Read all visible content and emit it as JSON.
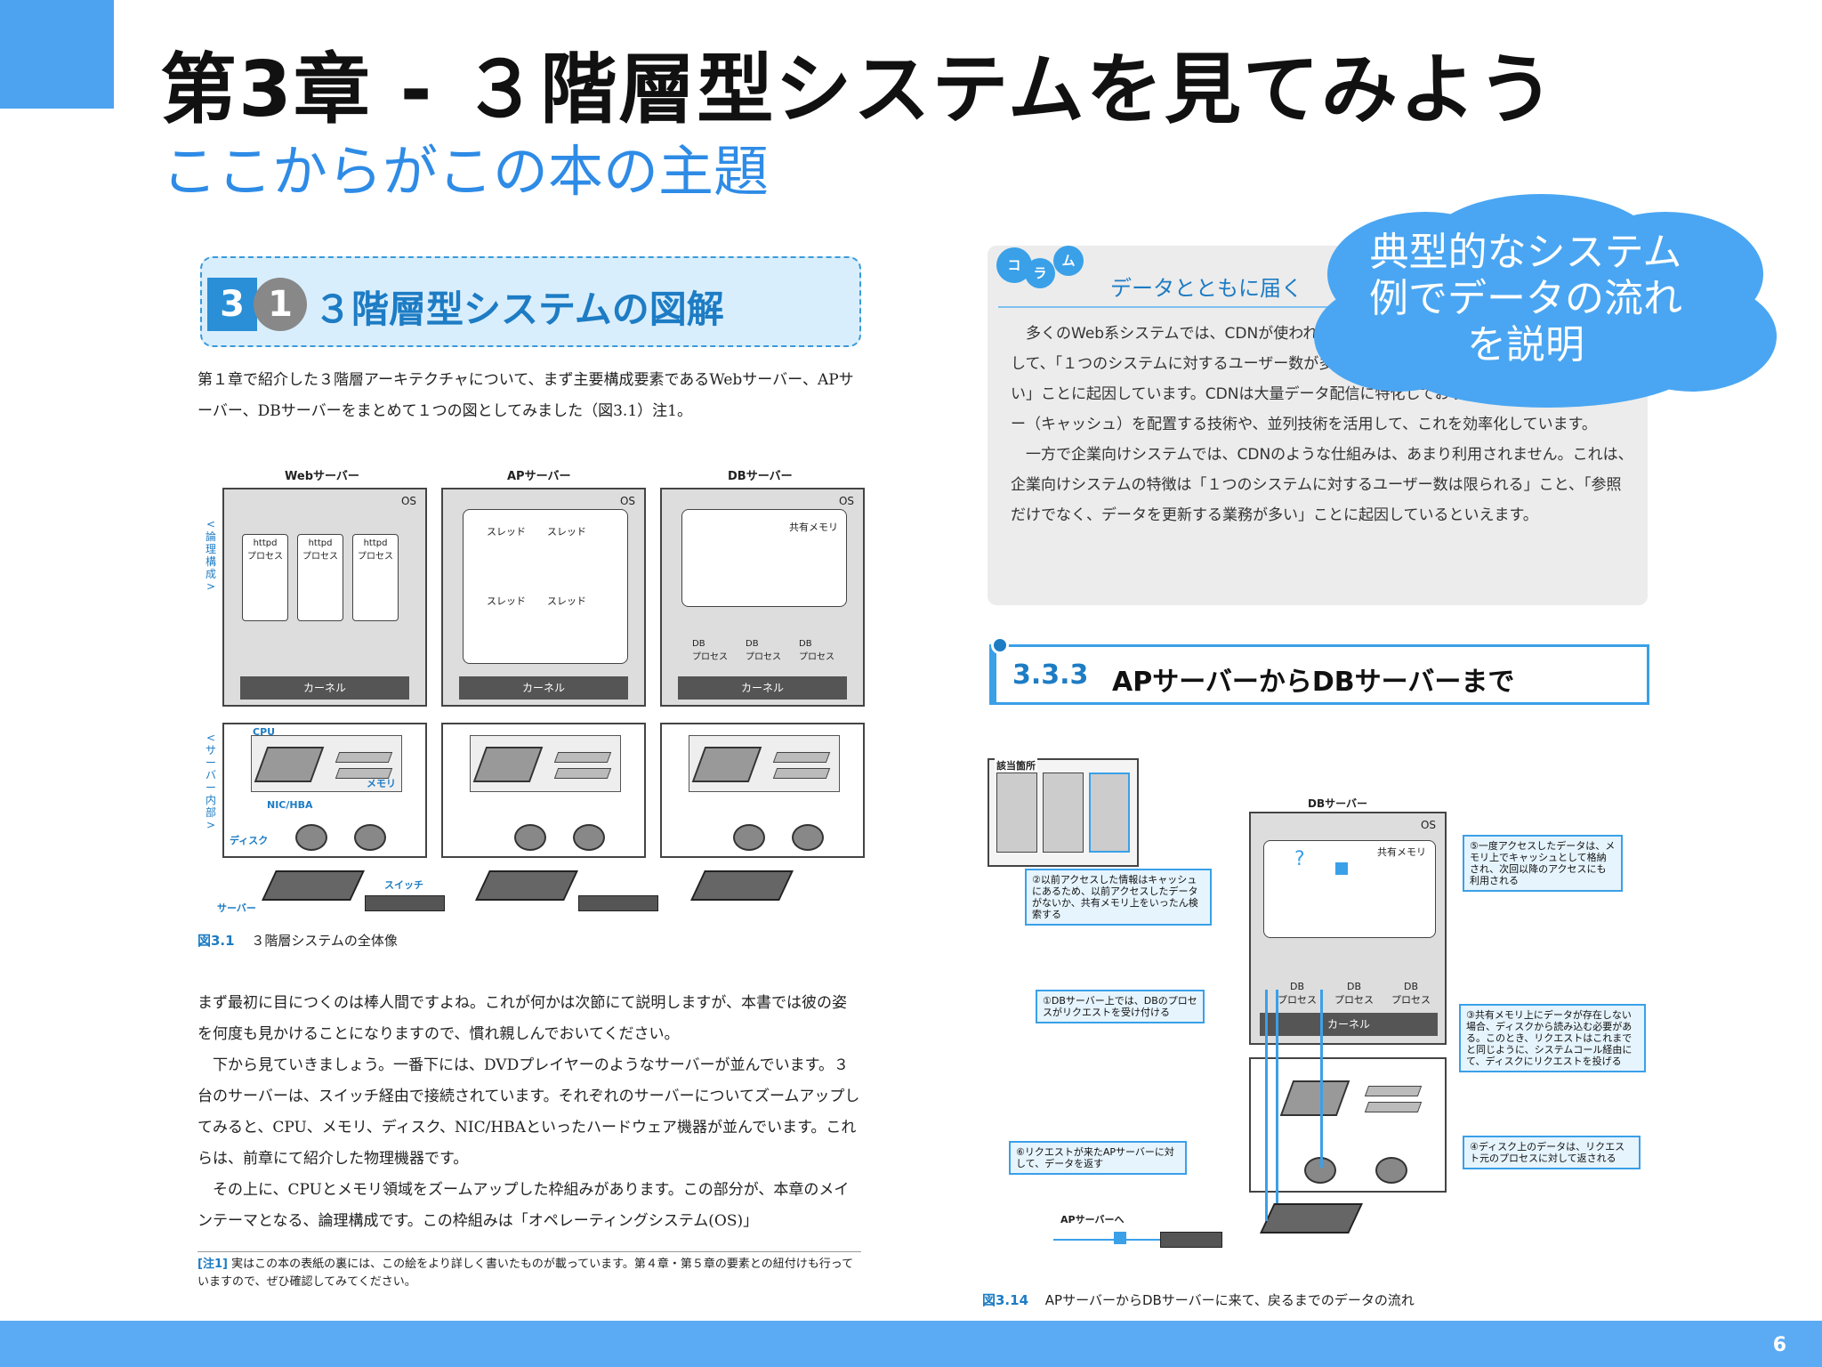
{
  "slide": {
    "title": "第3章 - ３階層型システムを見てみよう",
    "subtitle": "ここからがこの本の主題",
    "page_number": "6",
    "accent_color": "#4da3f0"
  },
  "cloud": {
    "text": "典型的なシステム例でデータの流れを説明"
  },
  "left_page": {
    "section_number": "3",
    "section_sub": "1",
    "section_title": "３階層型システムの図解",
    "paragraph1": "第１章で紹介した３階層アーキテクチャについて、まず主要構成要素であるWebサーバー、APサーバー、DBサーバーをまとめて１つの図としてみました（図3.1）注1。",
    "figure": {
      "web_label": "Webサーバー",
      "ap_label": "APサーバー",
      "db_label": "DBサーバー",
      "os": "OS",
      "kernel": "カーネル",
      "httpd": "httpd\nプロセス",
      "thread": "スレッド",
      "shared_memory": "共有メモリ",
      "db_process": "DB\nプロセス",
      "cpu": "CPU",
      "memory": "メモリ",
      "nic": "NIC/HBA",
      "disk": "ディスク",
      "switch": "スイッチ",
      "server": "サーバー",
      "logical": "<論理構成>",
      "physical": "<サーバー内部>"
    },
    "caption_tag": "図3.1",
    "caption": "３階層システムの全体像",
    "paragraph2": "まず最初に目につくのは棒人間ですよね。これが何かは次節にて説明しますが、本書では彼の姿を何度も見かけることになりますので、慣れ親しんでおいてください。\n　下から見ていきましょう。一番下には、DVDプレイヤーのようなサーバーが並んでいます。３台のサーバーは、スイッチ経由で接続されています。それぞれのサーバーについてズームアップしてみると、CPU、メモリ、ディスク、NIC/HBAといったハードウェア機器が並んでいます。これらは、前章にて紹介した物理機器です。\n　その上に、CPUとメモリ領域をズームアップした枠組みがあります。この部分が、本章のメインテーマとなる、論理構成です。この枠組みは「オペレーティングシステム(OS)」",
    "note_tag": "[注1]",
    "note": "実はこの本の表紙の裏には、この絵をより詳しく書いたものが載っています。第４章・第５章の要素との紐付けも行っていますので、ぜひ確認してみてください。"
  },
  "right_page": {
    "column_badges": [
      "コ",
      "ラ",
      "ム"
    ],
    "column_title": "データとともに届く",
    "column_text": "　多くのWeb系システムでは、CDNが使われています。これは、Web系システムの特徴として、「１つのシステムに対するユーザー数が多い」「大量のデータを参照させる業務が多い」ことに起因しています。CDNは大量データ配信に特化しており、世界中にデータのコピー（キャッシュ）を配置する技術や、並列技術を活用して、これを効率化しています。\n　一方で企業向けシステムでは、CDNのような仕組みは、あまり利用されません。これは、企業向けシステムの特徴は「１つのシステムに対するユーザー数は限られる」こと、「参照だけでなく、データを更新する業務が多い」ことに起因しているといえます。",
    "section_number": "3.3.3",
    "section_title": "APサーバーからDBサーバーまで",
    "figure": {
      "overview_label": "該当箇所",
      "db_server": "DBサーバー",
      "os": "OS",
      "shared_memory": "共有メモリ",
      "db_process": "DB\nプロセス",
      "kernel": "カーネル",
      "to_ap": "APサーバーへ",
      "callout1": "①DBサーバー上では、DBのプロセスがリクエストを受け付ける",
      "callout2": "②以前アクセスした情報はキャッシュにあるため、以前アクセスしたデータがないか、共有メモリ上をいったん検索する",
      "callout3": "③共有メモリ上にデータが存在しない場合、ディスクから読み込む必要がある。このとき、リクエストはこれまでと同じように、システムコール経由にて、ディスクにリクエストを投げる",
      "callout4": "④ディスク上のデータは、リクエスト元のプロセスに対して返される",
      "callout5": "⑤一度アクセスしたデータは、メモリ上でキャッシュとして格納され、次回以降のアクセスにも利用される",
      "callout6": "⑥リクエストが来たAPサーバーに対して、データを返す"
    },
    "caption_tag": "図3.14",
    "caption": "APサーバーからDBサーバーに来て、戻るまでのデータの流れ"
  }
}
